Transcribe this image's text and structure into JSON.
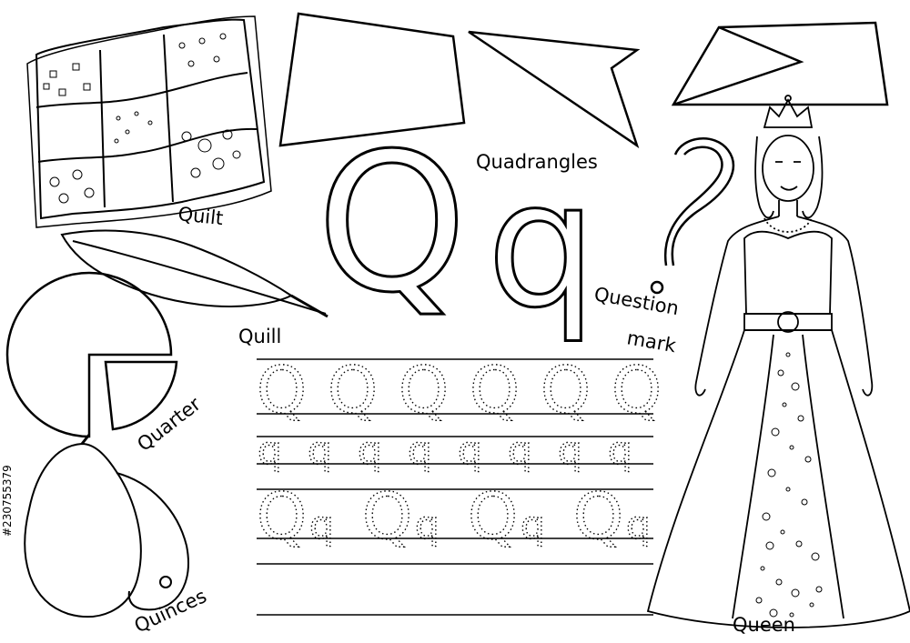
{
  "labels": {
    "quilt": "Quilt",
    "quill": "Quill",
    "quarter": "Quarter",
    "quinces": "Quinces",
    "quadrangles": "Quadrangles",
    "question": "Question",
    "mark": "mark",
    "queen": "Queen"
  },
  "letters": {
    "upper": "Q",
    "lower": "q"
  },
  "watermark": {
    "side_text": "#230755379"
  },
  "tracing": {
    "row1": "Q",
    "row2": "q",
    "row3a": "Q",
    "row3b": "q"
  },
  "colors": {
    "ink": "#000000",
    "paper": "#ffffff",
    "trace": "#000000"
  }
}
